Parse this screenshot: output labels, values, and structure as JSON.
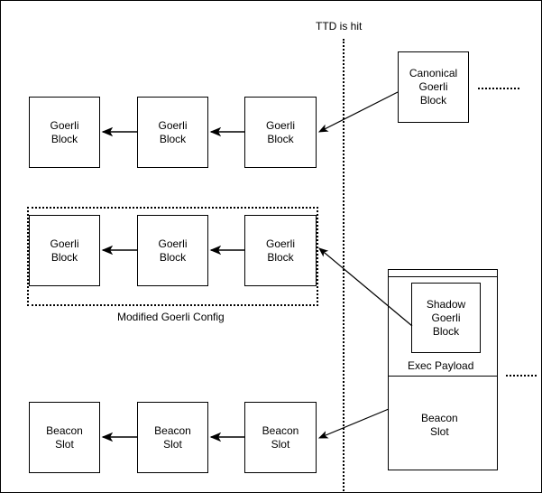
{
  "diagram": {
    "title_note": "TTD is hit",
    "config_label": "Modified Goerli Config",
    "exec_payload_label": "Exec Payload",
    "rows": {
      "canonical_chain": {
        "blocks": [
          {
            "label": "Goerli\nBlock"
          },
          {
            "label": "Goerli\nBlock"
          },
          {
            "label": "Goerli\nBlock"
          }
        ],
        "post_ttd": {
          "label": "Canonical\nGoerli\nBlock"
        }
      },
      "shadow_chain": {
        "blocks": [
          {
            "label": "Goerli\nBlock"
          },
          {
            "label": "Goerli\nBlock"
          },
          {
            "label": "Goerli\nBlock"
          }
        ],
        "post_ttd": {
          "label": "Shadow\nGoerli\nBlock"
        }
      },
      "beacon_chain": {
        "blocks": [
          {
            "label": "Beacon\nSlot"
          },
          {
            "label": "Beacon\nSlot"
          },
          {
            "label": "Beacon\nSlot"
          }
        ],
        "post_ttd": {
          "label": "Beacon\nSlot"
        }
      }
    },
    "colors": {
      "stroke": "#000000",
      "background": "#ffffff",
      "text": "#000000"
    }
  }
}
